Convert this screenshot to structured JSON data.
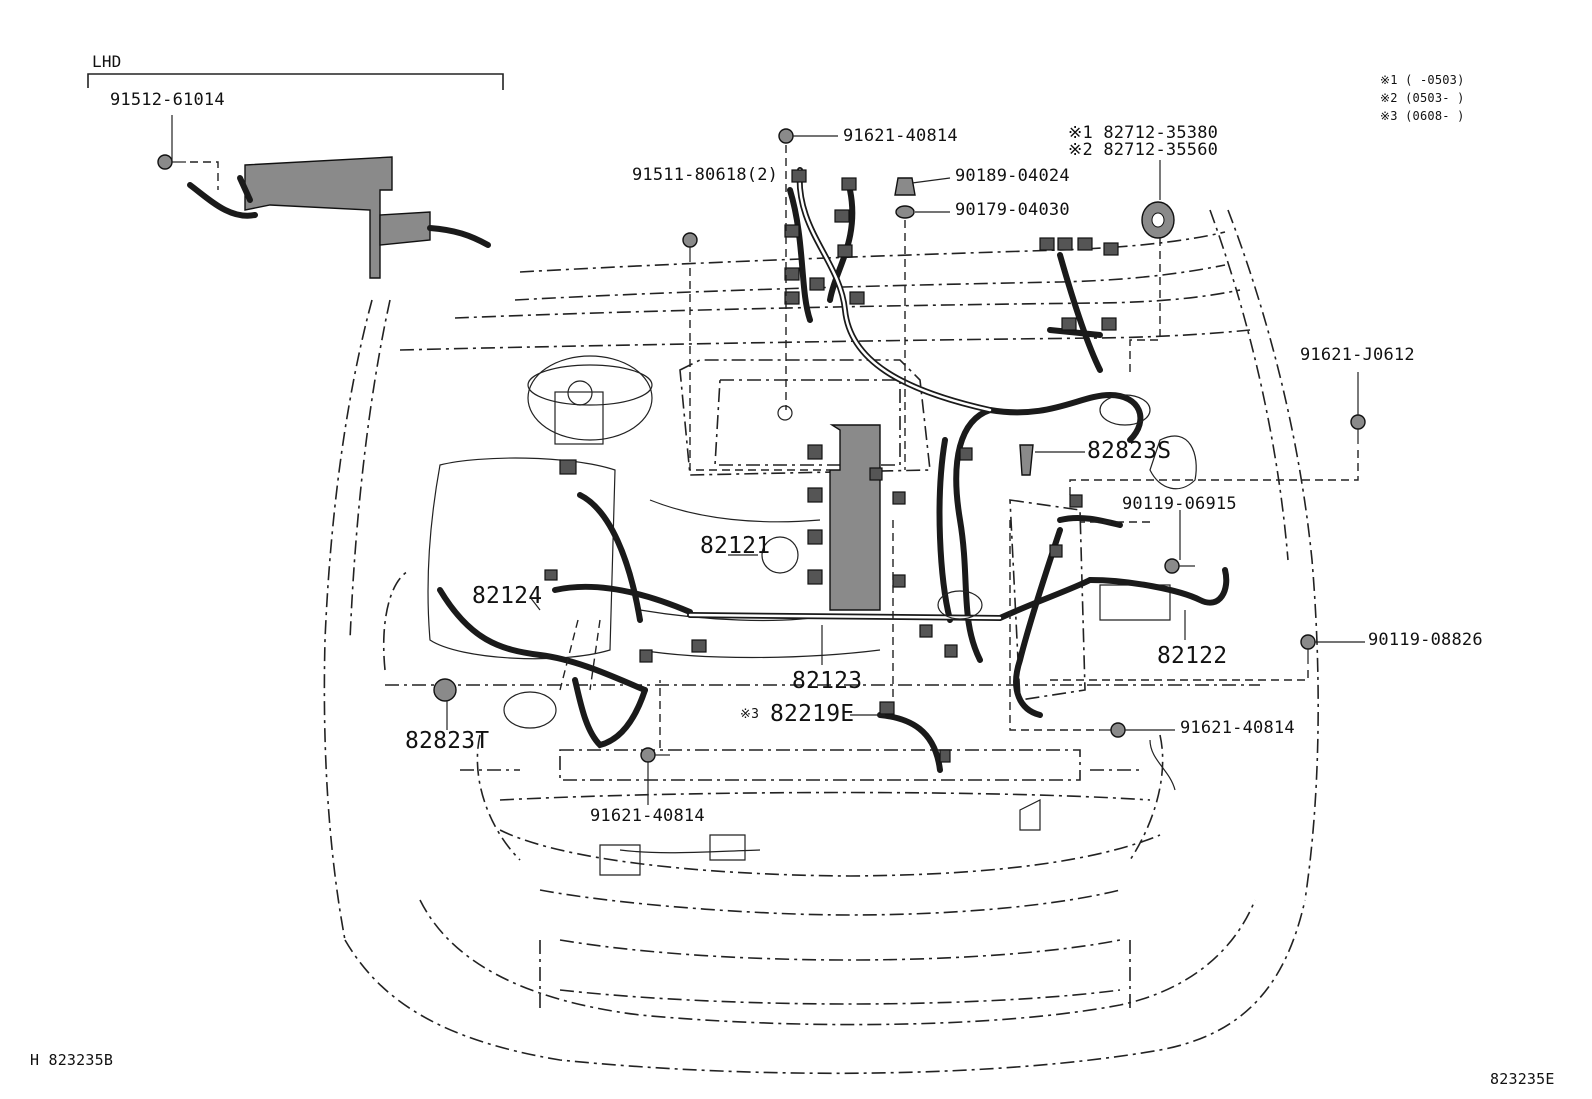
{
  "header": {
    "variant": "LHD"
  },
  "notes": [
    {
      "mark": "※1",
      "text": "(     -0503)"
    },
    {
      "mark": "※2",
      "text": "(0503-     )"
    },
    {
      "mark": "※3",
      "text": "(0608-     )"
    }
  ],
  "parts": {
    "p91512": "91512-61014",
    "p91621a": "91621-40814",
    "p91511": "91511-80618(2)",
    "p90189": "90189-04024",
    "p90179": "90179-04030",
    "p82712_1": "※1 82712-35380",
    "p82712_2": "※2 82712-35560",
    "p91621j": "91621-J0612",
    "p82823s": "82823S",
    "p90119a": "90119-06915",
    "p82121": "82121",
    "p82124": "82124",
    "p82122": "82122",
    "p90119b": "90119-08826",
    "p82123": "82123",
    "p82219": "82219E",
    "p82219mark": "※3",
    "p91621b": "91621-40814",
    "p82823t": "82823T",
    "p91621c": "91621-40814"
  },
  "footer": {
    "left_code": "H  823235B",
    "right_code": "823235E"
  }
}
